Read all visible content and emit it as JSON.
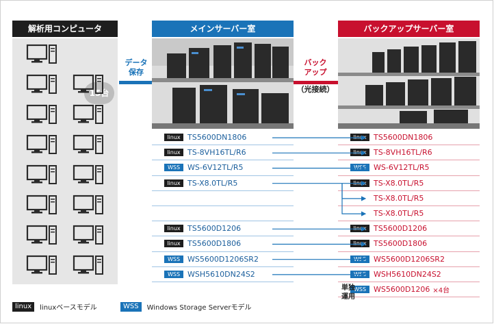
{
  "headers": {
    "client": "解析用コンピュータ",
    "main": "メインサーバー室",
    "backup": "バックアップサーバー室"
  },
  "client_count": "15台",
  "links": {
    "data_save": [
      "データ",
      "保存"
    ],
    "backup": [
      "バック",
      "アップ"
    ],
    "optical": "（光接続）"
  },
  "main_rows": [
    {
      "tag": "linux",
      "model": "TS5600DN1806"
    },
    {
      "tag": "linux",
      "model": "TS-8VH16TL/R6"
    },
    {
      "tag": "WSS",
      "model": "WS-6V12TL/R5"
    },
    {
      "tag": "linux",
      "model": "TS-X8.0TL/R5"
    },
    {
      "tag": "",
      "model": ""
    },
    {
      "tag": "",
      "model": ""
    },
    {
      "tag": "linux",
      "model": "TS5600D1206"
    },
    {
      "tag": "linux",
      "model": "TS5600D1806"
    },
    {
      "tag": "WSS",
      "model": "WS5600D1206SR2"
    },
    {
      "tag": "WSS",
      "model": "WSH5610DN24S2"
    }
  ],
  "backup_rows": [
    {
      "tag": "linux",
      "model": "TS5600DN1806"
    },
    {
      "tag": "linux",
      "model": "TS-8VH16TL/R6"
    },
    {
      "tag": "WSS",
      "model": "WS-6V12TL/R5"
    },
    {
      "tag": "linux",
      "model": "TS-X8.0TL/R5"
    },
    {
      "tag": "",
      "model": "TS-X8.0TL/R5"
    },
    {
      "tag": "",
      "model": "TS-X8.0TL/R5"
    },
    {
      "tag": "linux",
      "model": "TS5600D1206"
    },
    {
      "tag": "linux",
      "model": "TS5600D1806"
    },
    {
      "tag": "WSS",
      "model": "WS5600D1206SR2"
    },
    {
      "tag": "WSS",
      "model": "WSH5610DN24S2"
    },
    {
      "tag": "WSS",
      "model": "WS5600D1206",
      "extra": "×4台"
    }
  ],
  "single_op": [
    "単独",
    "運用"
  ],
  "legend": {
    "linux_tag": "linux",
    "linux_text": "linuxベースモデル",
    "wss_tag": "WSS",
    "wss_text": "Windows Storage Serverモデル"
  },
  "colors": {
    "blue": "#1a73b8",
    "red": "#c8102e",
    "dark": "#1e1e1e"
  }
}
